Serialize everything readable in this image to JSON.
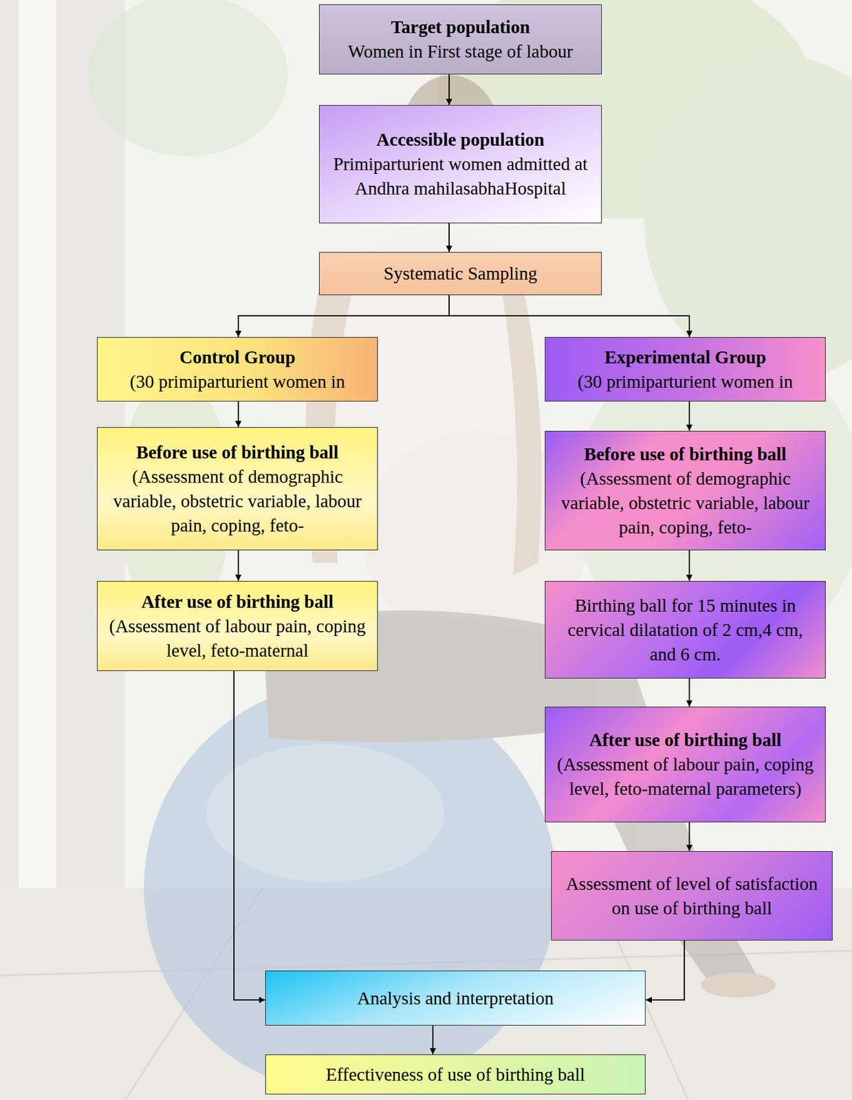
{
  "diagram": {
    "nodes": [
      {
        "text": [
          "Target population",
          "Women in First stage of labour"
        ]
      },
      {
        "text": [
          "Accessible population",
          "Primiparturient women admitted at Andhra mahilasabhaHospital"
        ]
      },
      {
        "text": [
          "Systematic Sampling"
        ]
      },
      {
        "text": [
          "Control Group",
          "(30 primiparturient women in"
        ]
      },
      {
        "text": [
          "Experimental Group",
          "(30 primiparturient women in"
        ]
      },
      {
        "text": [
          "Before use of birthing ball",
          "(Assessment of demographic variable, obstetric variable, labour pain, coping, feto-"
        ]
      },
      {
        "text": [
          "Before use of birthing ball",
          "(Assessment of demographic variable, obstetric variable, labour pain, coping, feto-"
        ]
      },
      {
        "text": [
          "After use of birthing ball",
          "(Assessment of labour pain, coping level, feto-maternal"
        ]
      },
      {
        "text": [
          "Birthing ball for 15 minutes in cervical dilatation of 2 cm,4 cm, and 6 cm."
        ]
      },
      {
        "text": [
          "After use of birthing ball",
          "(Assessment of labour pain, coping level, feto-maternal parameters)"
        ]
      },
      {
        "text": [
          "Assessment of level of satisfaction on use of birthing ball"
        ]
      },
      {
        "text": [
          "Analysis and interpretation"
        ]
      },
      {
        "text": [
          "Effectiveness of use of birthing ball"
        ]
      }
    ],
    "edges": [
      {
        "from": 0,
        "to": 1,
        "arrow": "to"
      },
      {
        "from": 1,
        "to": 2,
        "arrow": "to"
      },
      {
        "from": 2,
        "to": 3,
        "arrow": "to"
      },
      {
        "from": 2,
        "to": 4,
        "arrow": "to"
      },
      {
        "from": 3,
        "to": 5,
        "arrow": "to"
      },
      {
        "from": 5,
        "to": 7,
        "arrow": "to"
      },
      {
        "from": 4,
        "to": 6,
        "arrow": "to"
      },
      {
        "from": 6,
        "to": 8,
        "arrow": "to"
      },
      {
        "from": 8,
        "to": 9,
        "arrow": "to"
      },
      {
        "from": 9,
        "to": 10,
        "arrow": "to"
      },
      {
        "from": 7,
        "to": 11,
        "arrow": "to"
      },
      {
        "from": 10,
        "to": 11,
        "arrow": "to"
      },
      {
        "from": 11,
        "to": 12,
        "arrow": "to"
      }
    ]
  }
}
